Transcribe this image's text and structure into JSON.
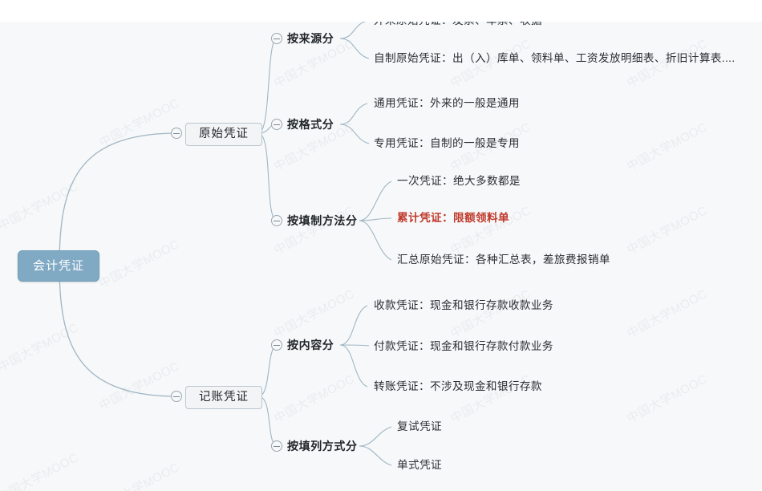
{
  "app": {
    "type": "mindmap",
    "watermark_text": "中国大学MOOC",
    "canvas_bg": "#f7f8f9",
    "link_color": "#9fb6c4",
    "root_color": "#80a9c4",
    "highlight_color": "#c0392b"
  },
  "root": {
    "label": "会计凭证"
  },
  "branches": [
    {
      "label": "原始凭证"
    },
    {
      "label": "记账凭证"
    }
  ],
  "subtopics": [
    {
      "label": "按来源分"
    },
    {
      "label": "按格式分"
    },
    {
      "label": "按填制方法分"
    },
    {
      "label": "按内容分"
    },
    {
      "label": "按填列方式分"
    }
  ],
  "leaves": [
    {
      "label": "外来原始凭证：发票、车票、收据",
      "clipped": true
    },
    {
      "label": "自制原始凭证：出（入）库单、领料单、工资发放明细表、折旧计算表....",
      "clipped": false
    },
    {
      "label": "通用凭证：外来的一般是通用",
      "clipped": false
    },
    {
      "label": "专用凭证：自制的一般是专用",
      "clipped": false
    },
    {
      "label": "一次凭证：绝大多数都是",
      "clipped": false
    },
    {
      "label": "累计凭证：限额领料单",
      "clipped": false
    },
    {
      "label": "汇总原始凭证：各种汇总表，差旅费报销单",
      "clipped": false
    },
    {
      "label": "收款凭证：现金和银行存款收款业务",
      "clipped": false
    },
    {
      "label": "付款凭证：现金和银行存款付款业务",
      "clipped": false
    },
    {
      "label": "转账凭证：不涉及现金和银行存款",
      "clipped": false
    },
    {
      "label": "复试凭证",
      "clipped": false
    },
    {
      "label": "单式凭证",
      "clipped": true
    }
  ]
}
